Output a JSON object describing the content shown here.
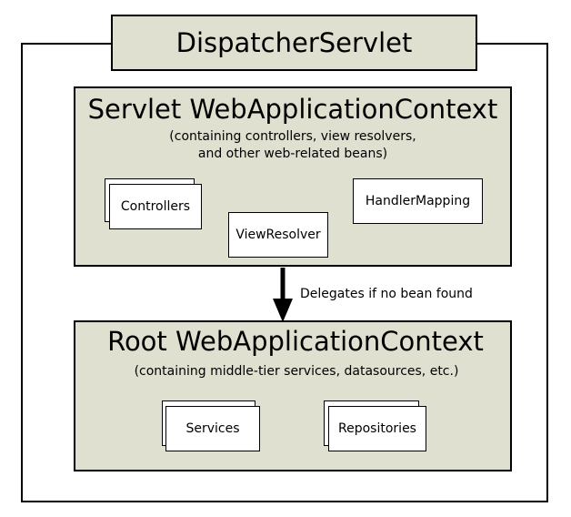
{
  "diagram": {
    "title": "DispatcherServlet",
    "servlet_context": {
      "title": "Servlet WebApplicationContext",
      "subtitle_line1": "(containing controllers, view resolvers,",
      "subtitle_line2": "and other web-related beans)",
      "beans": {
        "controllers": "Controllers",
        "view_resolver": "ViewResolver",
        "handler_mapping": "HandlerMapping"
      }
    },
    "arrow_label": "Delegates if no bean found",
    "root_context": {
      "title": "Root WebApplicationContext",
      "subtitle": "(containing middle-tier services, datasources, etc.)",
      "beans": {
        "services": "Services",
        "repositories": "Repositories"
      }
    }
  }
}
